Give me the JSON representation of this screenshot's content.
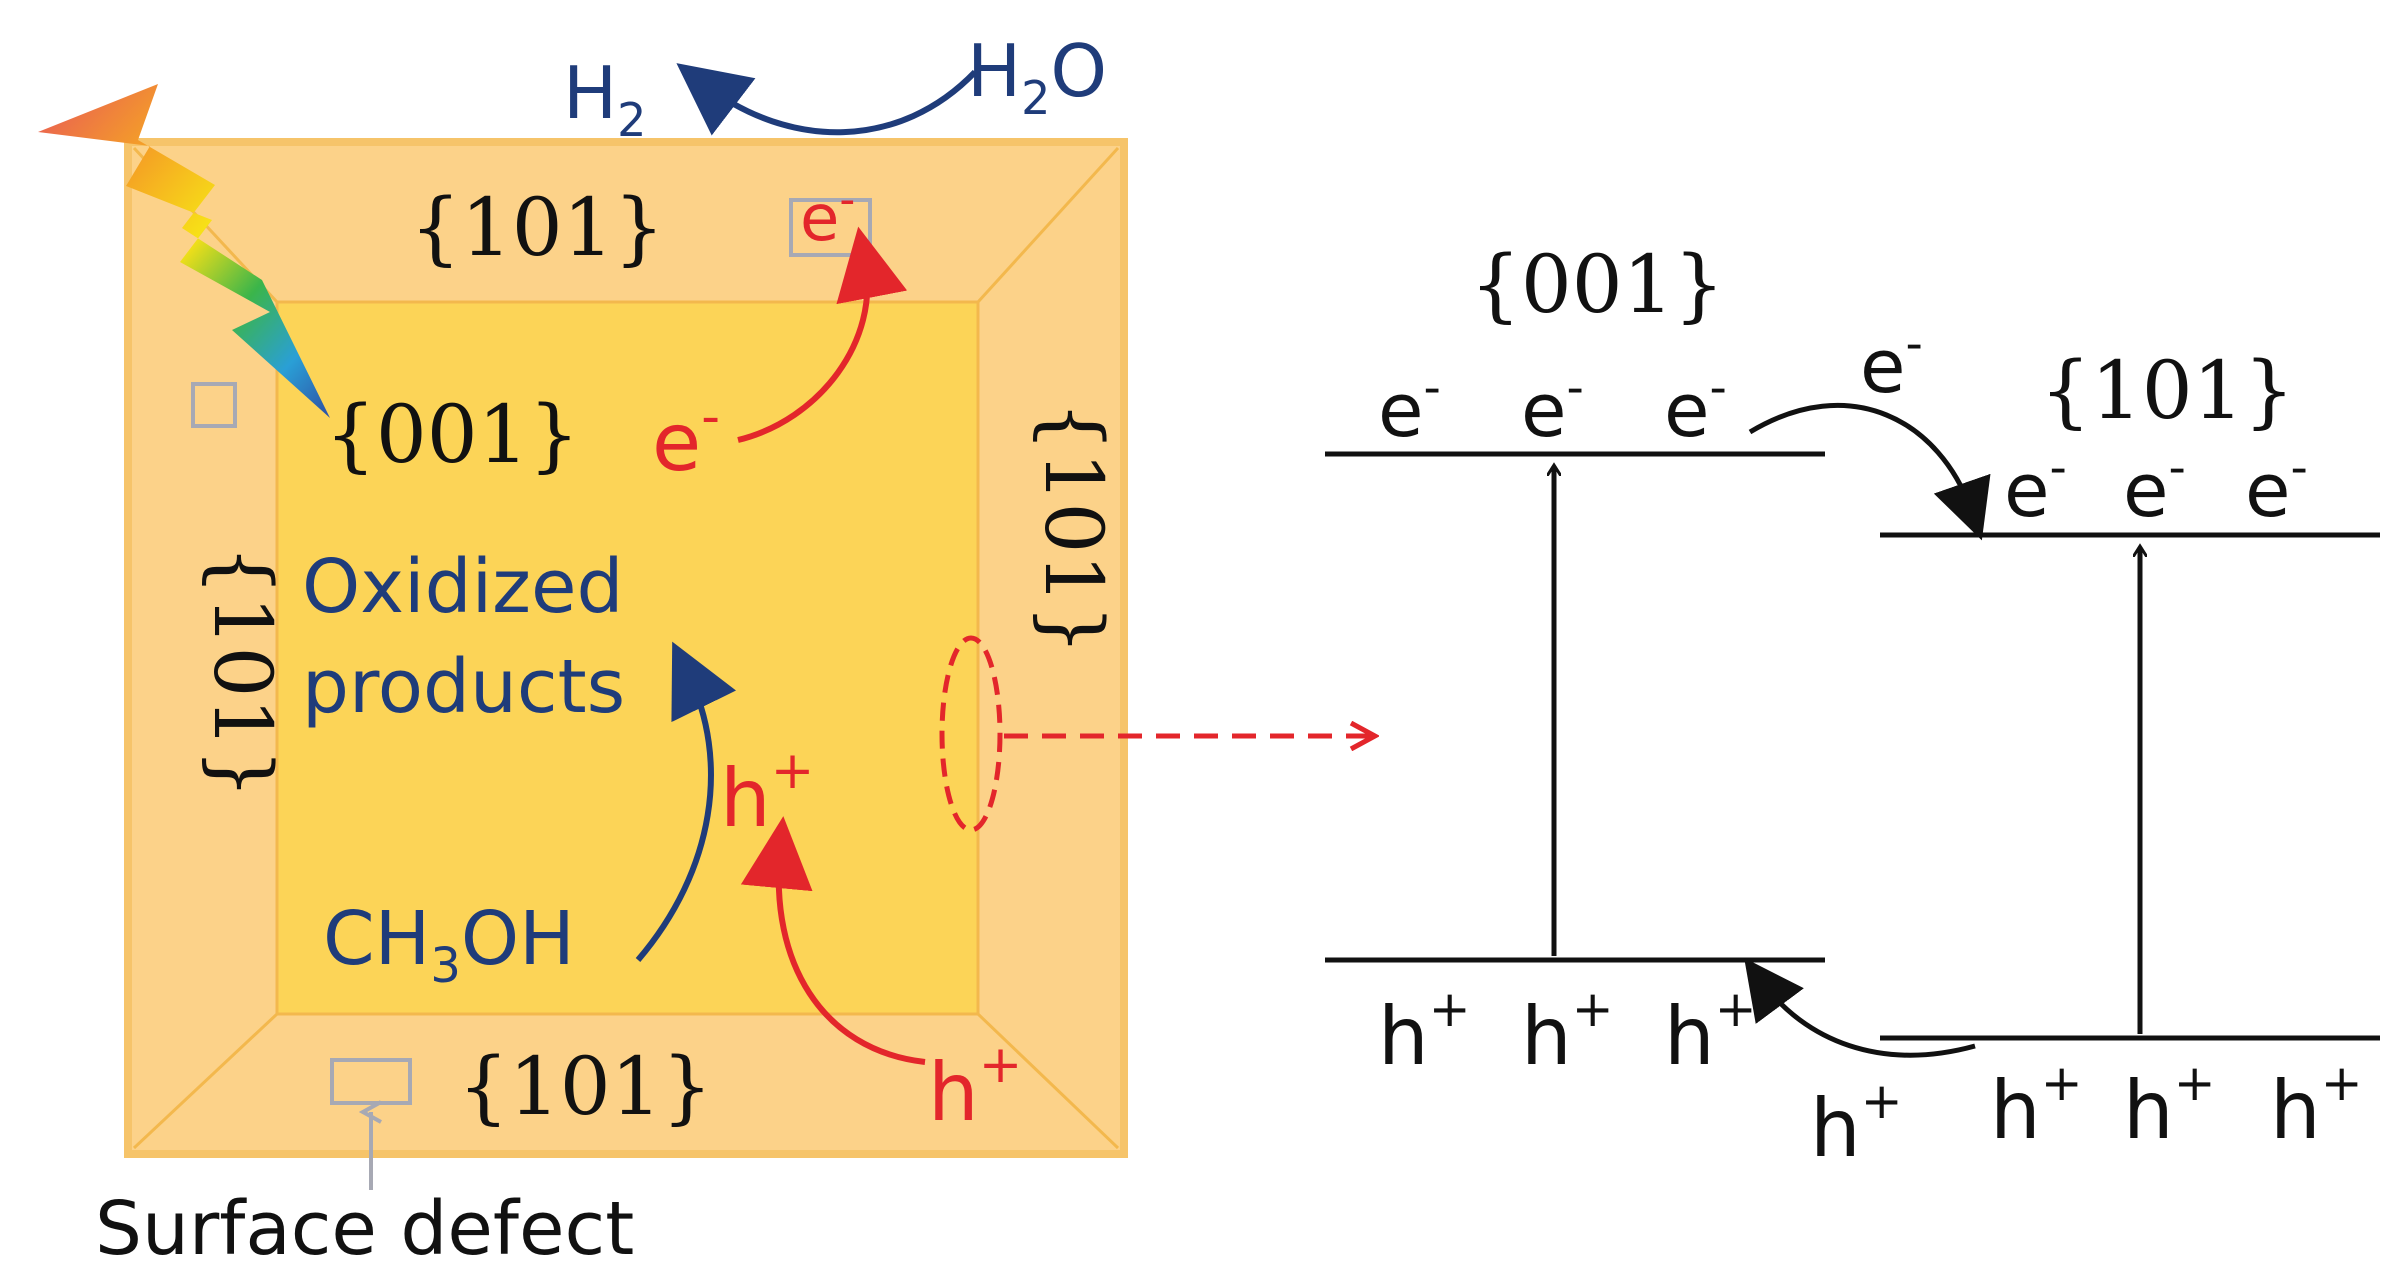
{
  "crystal": {
    "facet_top": "{101}",
    "facet_bottom": "{101}",
    "facet_left": "{101}",
    "facet_right": "{101}",
    "facet_center": "{001}",
    "electron_label": "e",
    "electron_sup": "-",
    "electron_box_label": "e",
    "electron_box_sup": "-",
    "hole_label": "h",
    "hole_sup": "+",
    "hole_label_2": "h",
    "hole_sup_2": "+",
    "oxidized_line1": "Oxidized",
    "oxidized_line2": "products",
    "methanol_main": "CH",
    "methanol_sub": "3",
    "methanol_tail": "OH",
    "h2_main": "H",
    "h2_sub": "2",
    "h2o_main": "H",
    "h2o_sub": "2",
    "h2o_tail": "O",
    "surface_defect": "Surface defect"
  },
  "band_diagram": {
    "facet_001": "{001}",
    "facet_101": "{101}",
    "cb_001_electrons": [
      "e",
      "e",
      "e"
    ],
    "cb_101_electrons": [
      "e",
      "e",
      "e"
    ],
    "vb_001_holes": [
      "h",
      "h",
      "h"
    ],
    "vb_101_holes": [
      "h",
      "h",
      "h"
    ],
    "transfer_electron": "e",
    "transfer_hole": "h",
    "electron_sup": "-",
    "hole_sup": "+"
  },
  "colors": {
    "outer_crystal": "#fcd289",
    "outer_edge": "#f6c46a",
    "inner_face": "#fcd457",
    "red": "#e3262b",
    "blue": "#1f3c7a",
    "black": "#111111",
    "defect_box": "#a7a9b4"
  }
}
